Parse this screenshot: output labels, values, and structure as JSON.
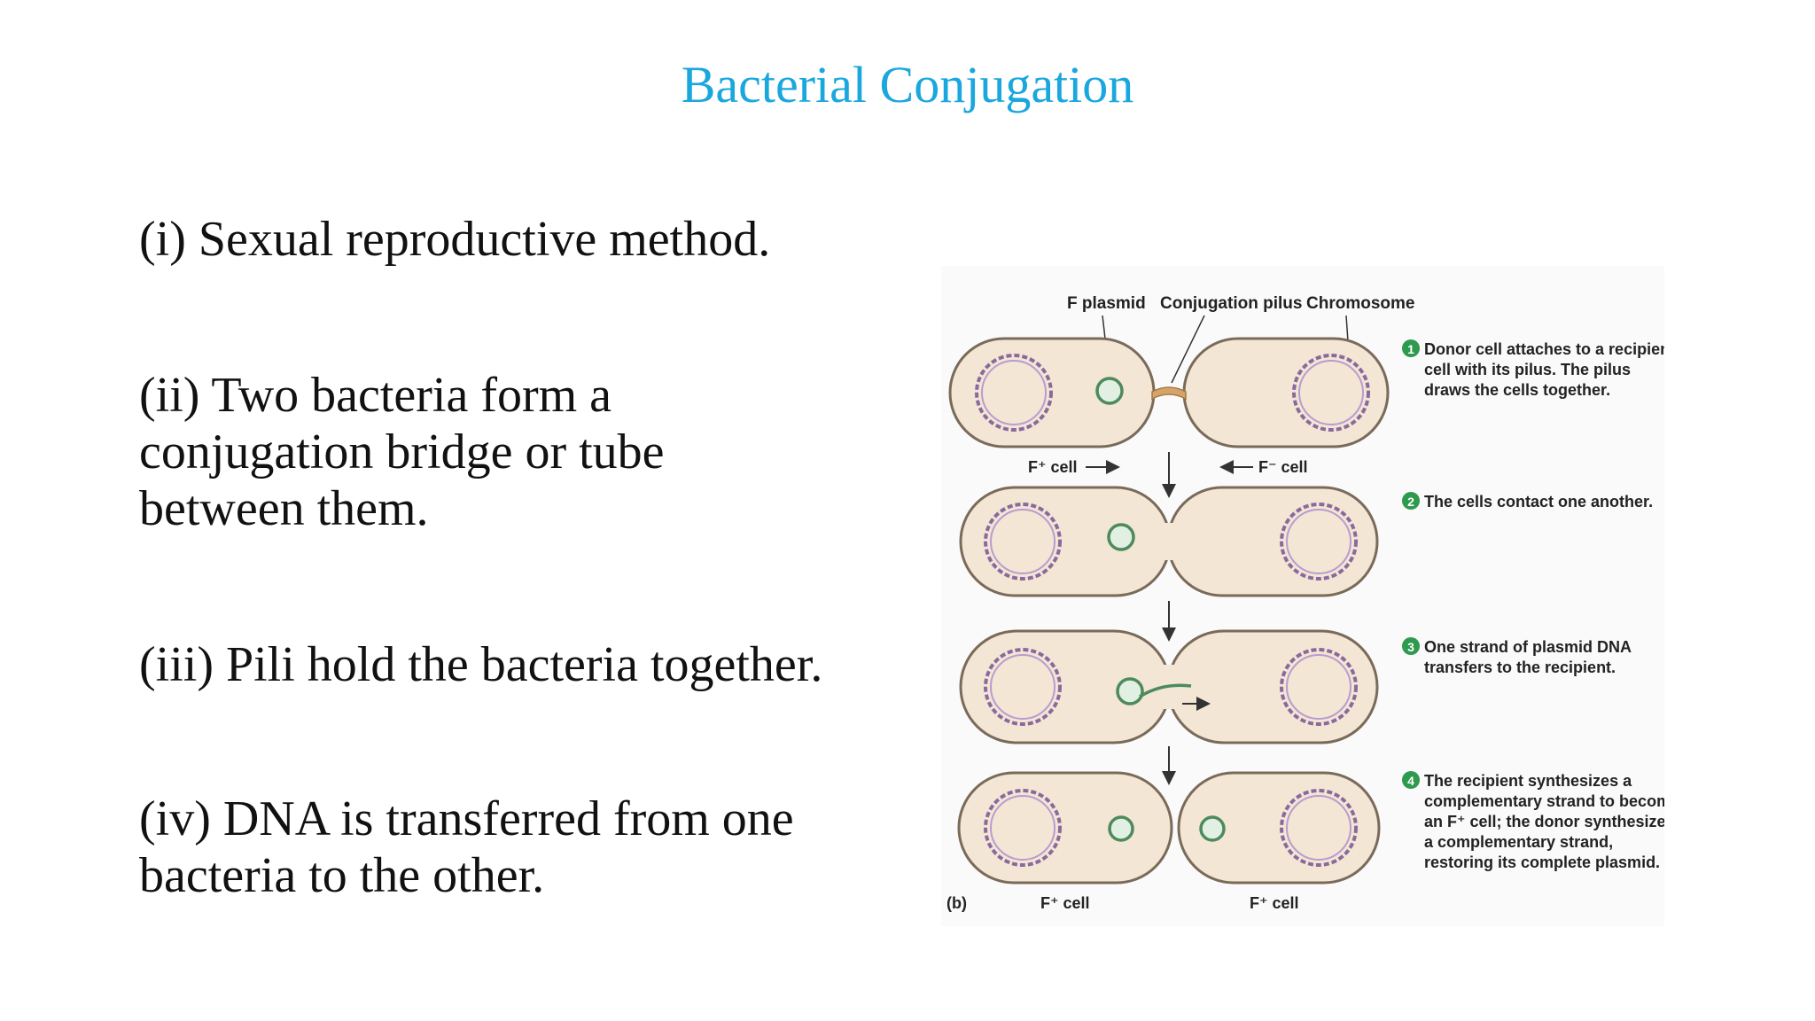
{
  "slide": {
    "title": "Bacterial Conjugation"
  },
  "bullets": [
    {
      "lines": [
        "(i) Sexual reproductive method."
      ]
    },
    {
      "lines": [
        "(ii) Two bacteria form a",
        "conjugation bridge or tube",
        "between them."
      ]
    },
    {
      "lines": [
        "(iii) Pili hold the bacteria together."
      ]
    },
    {
      "lines": [
        "(iv) DNA is transferred from one",
        "bacteria to the other."
      ]
    }
  ],
  "diagram": {
    "labels": {
      "f_plasmid": "F plasmid",
      "conjugation_pilus": "Conjugation pilus",
      "chromosome": "Chromosome",
      "f_plus_cell_top": "F⁺ cell",
      "f_minus_cell_top": "F⁻ cell",
      "panel_letter": "(b)",
      "f_plus_cell_bottom_left": "F⁺ cell",
      "f_plus_cell_bottom_right": "F⁺ cell"
    },
    "steps": [
      {
        "number": "1",
        "lines": [
          "Donor cell attaches to a recipient",
          "cell with its pilus. The pilus",
          "draws the cells together."
        ]
      },
      {
        "number": "2",
        "lines": [
          "The cells contact one another."
        ]
      },
      {
        "number": "3",
        "lines": [
          "One strand of plasmid DNA",
          "transfers to the recipient."
        ]
      },
      {
        "number": "4",
        "lines": [
          "The recipient synthesizes a",
          "complementary strand to become",
          "an F⁺ cell; the donor synthesizes",
          "a complementary strand,",
          "restoring its complete plasmid."
        ]
      }
    ],
    "colors": {
      "cell_fill": "#f3e6d4",
      "cell_stroke": "#7a6a5a",
      "chromosome": "#8a6a9e",
      "plasmid": "#4d8a5c",
      "step_badge": "#2e9a4e",
      "pilus": "#d6a46a"
    }
  }
}
